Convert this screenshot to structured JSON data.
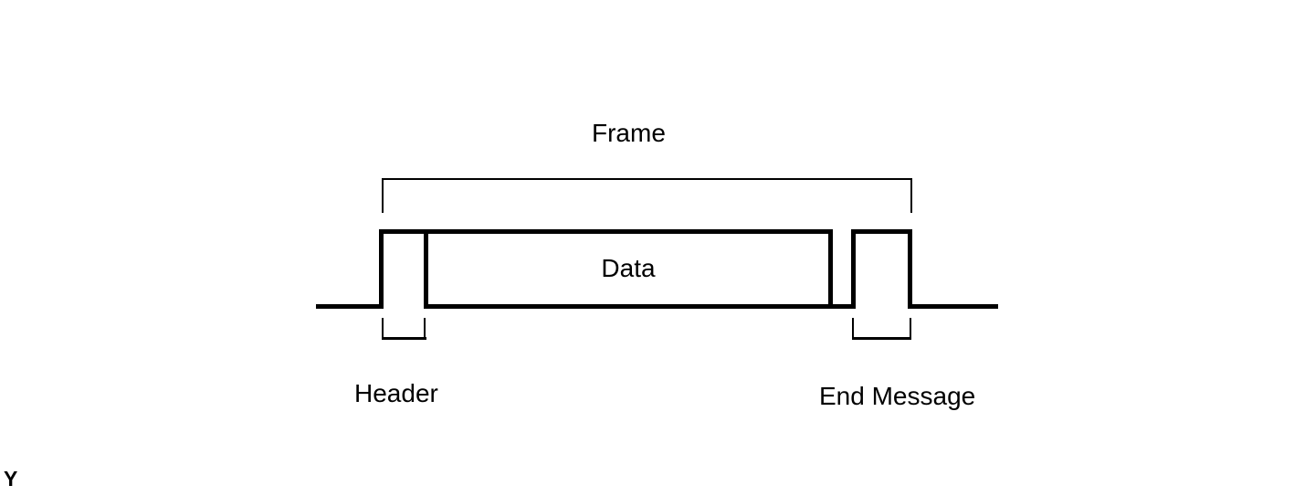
{
  "colors": {
    "line": "#000000",
    "background": "#ffffff"
  },
  "diagram": {
    "frame_label": "Frame",
    "data_label": "Data",
    "header_label": "Header",
    "end_message_label": "End Message",
    "corner_mark": "Y"
  }
}
